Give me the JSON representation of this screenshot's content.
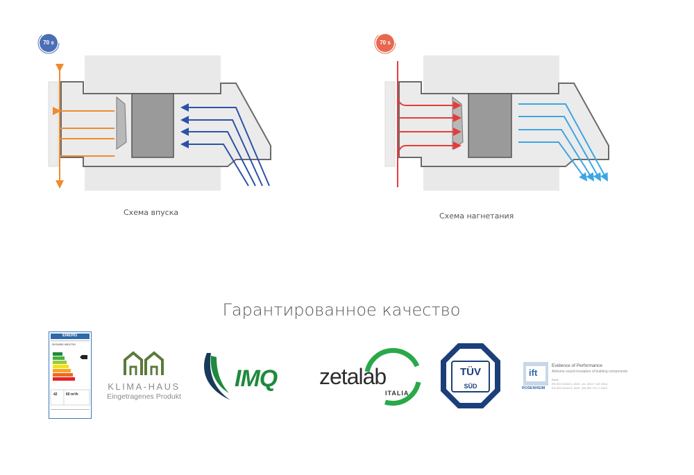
{
  "diagrams": {
    "intake": {
      "timer_label": "70 s",
      "caption": "Схема впуска"
    },
    "exhaust": {
      "timer_label": "70 s",
      "caption": "Схема нагнетания"
    }
  },
  "section_title": "Гарантированное качество",
  "logos": {
    "energy_label": {
      "header": "ENERG",
      "row_text": "SKOWIND HBOOTAY",
      "value_left": "42",
      "value_right": "60 m³/h"
    },
    "klima_haus": {
      "name": "KLIMA-HAUS",
      "subtitle": "Eingetragenes Produkt"
    },
    "imq": {
      "text": "IMQ"
    },
    "zetalab": {
      "text": "zetalab",
      "subtitle": "ITALIA"
    },
    "tuv": {
      "text": "TÜV",
      "subtext": "SÜD"
    },
    "ift": {
      "mark": "ift",
      "city": "ROSENHEIM",
      "title": "Evidence of Performance",
      "subtitle": "Airborne sound insulation of building components",
      "basis_label": "Basis",
      "standard_1": "EN ISO 10140-1: 2010 - A1: 2012 + A2: 2014",
      "standard_2": "EN ISO 10140-2: 2010 ; EN ISO 717-1: 2013"
    }
  },
  "colors": {
    "intake_warm": "#f08a2e",
    "intake_cool": "#2a52a8",
    "exhaust_warm": "#e83a3a",
    "exhaust_cool": "#3aa6e6",
    "timer_blue": "#4a6fb5",
    "timer_red": "#e8684f",
    "imq_green": "#1f8a3d",
    "tuv_blue": "#1a3f7a"
  }
}
